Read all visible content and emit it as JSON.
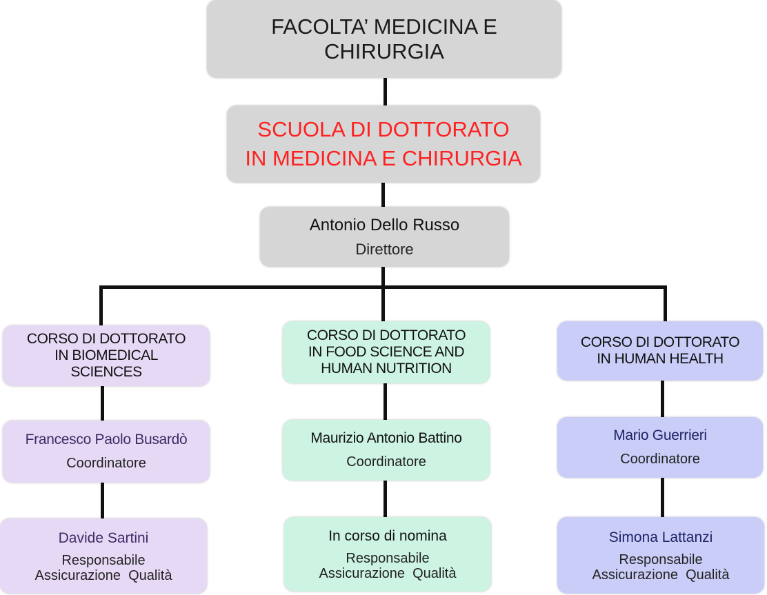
{
  "faculty": {
    "line1": "FACOLTA’ MEDICINA E",
    "line2": "CHIRURGIA"
  },
  "school": {
    "line1": "SCUOLA DI DOTTORATO",
    "line2": "IN MEDICINA E CHIRURGIA",
    "text_color": "#ff2020"
  },
  "director": {
    "name": "Antonio Dello Russo",
    "role": "Direttore"
  },
  "courses": [
    {
      "title_lines": [
        "CORSO DI DOTTORATO",
        "IN BIOMEDICAL",
        "SCIENCES"
      ],
      "coordinator": {
        "name": "Francesco Paolo Busardò",
        "role": "Coordinatore"
      },
      "quality": {
        "name": "Davide Sartini",
        "role_line1": "Responsabile",
        "role_line2": "Assicurazione  Qualità"
      },
      "color": "#e6d9f5"
    },
    {
      "title_lines": [
        "CORSO DI DOTTORATO",
        "IN FOOD SCIENCE AND",
        "HUMAN NUTRITION"
      ],
      "coordinator": {
        "name": "Maurizio Antonio Battino",
        "role": "Coordinatore"
      },
      "quality": {
        "name": "In corso di nomina",
        "role_line1": "Responsabile",
        "role_line2": "Assicurazione  Qualità"
      },
      "color": "#cdf3e3"
    },
    {
      "title_lines": [
        "CORSO DI DOTTORATO",
        "IN HUMAN HEALTH"
      ],
      "coordinator": {
        "name": "Mario Guerrieri",
        "role": "Coordinatore"
      },
      "quality": {
        "name": "Simona Lattanzi",
        "role_line1": "Responsabile",
        "role_line2": "Assicurazione  Qualità"
      },
      "color": "#c9cdf7"
    }
  ]
}
